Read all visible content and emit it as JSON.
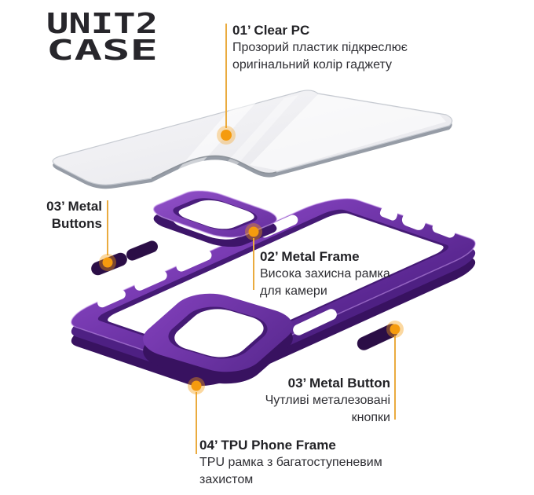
{
  "brand": {
    "logo_line1": "UNIT2",
    "logo_line2": "CASE"
  },
  "callouts": {
    "clear_pc": {
      "title": "01’ Clear PC",
      "line1": "Прозорий пластик підкреслює",
      "line2": "оригінальний колір гаджету"
    },
    "metal_buttons": {
      "title_line1": "03’ Metal",
      "title_line2": "Buttons"
    },
    "metal_frame": {
      "title": "02’ Metal Frame",
      "line1": "Висока захисна рамка",
      "line2": "для камери"
    },
    "metal_button": {
      "title": "03’ Metal Button",
      "line1": "Чутливі металезовані",
      "line2": "кнопки"
    },
    "tpu_frame": {
      "title": "04’ TPU Phone Frame",
      "line1": "TPU рамка з багатоступеневим",
      "line2": "захистом"
    }
  },
  "colors": {
    "accent_orange": "#F59B0E",
    "connector_yellow": "#EAAB3F",
    "case_purple": "#6A2FA5",
    "case_purple_dark": "#381260",
    "metal_dark": "#2B0E46",
    "logo_ink": "#27262B",
    "glass_gray": "#EDEDF1"
  }
}
